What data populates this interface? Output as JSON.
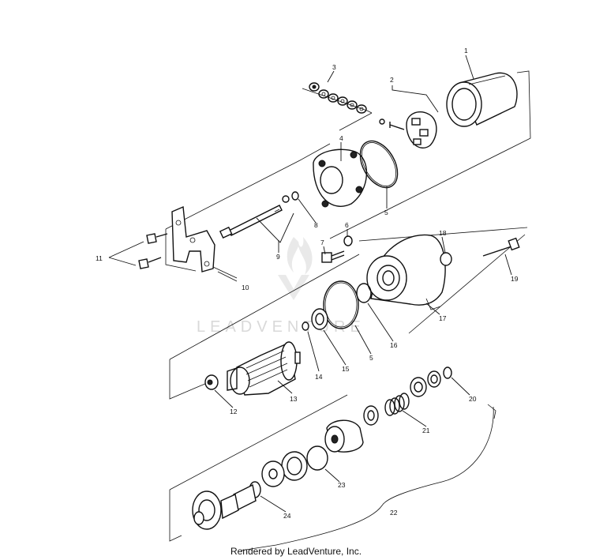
{
  "diagram": {
    "callouts": [
      "1",
      "2",
      "3",
      "4",
      "5",
      "6",
      "7",
      "8",
      "9",
      "10",
      "11",
      "12",
      "13",
      "14",
      "15",
      "5",
      "16",
      "17",
      "18",
      "19",
      "20",
      "21",
      "22",
      "23",
      "24"
    ],
    "watermark": "LEADVENTURE",
    "watermark_logo": "leadventure-flame-logo"
  },
  "footer": {
    "credit": "Rendered by LeadVenture, Inc."
  }
}
